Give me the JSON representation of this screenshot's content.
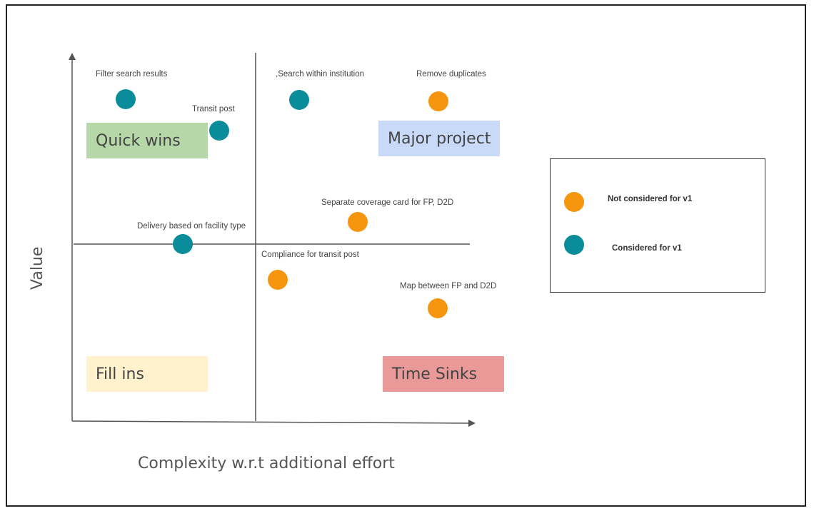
{
  "quadrants": {
    "quick_wins": {
      "label": "Quick wins",
      "color": "#b6d7a8"
    },
    "major_project": {
      "label": "Major project",
      "color": "#c9daf8"
    },
    "fill_ins": {
      "label": "Fill ins",
      "color": "#fff2cc"
    },
    "time_sinks": {
      "label": "Time Sinks",
      "color": "#ea9999"
    }
  },
  "axes": {
    "y_label": "Value",
    "x_label": "Complexity w.r.t additional effort"
  },
  "items": [
    {
      "label": "Filter search results",
      "status": "considered"
    },
    {
      "label": "Transit post",
      "status": "considered"
    },
    {
      "label": ",Search within institution",
      "status": "considered"
    },
    {
      "label": "Remove duplicates",
      "status": "not_considered"
    },
    {
      "label": "Separate coverage card for FP, D2D",
      "status": "not_considered"
    },
    {
      "label": "Delivery based on facility type",
      "status": "considered"
    },
    {
      "label": "Compliance for transit post",
      "status": "not_considered"
    },
    {
      "label": "Map between FP and D2D",
      "status": "not_considered"
    }
  ],
  "legend": {
    "not_considered": {
      "label": "Not considered for v1",
      "color": "#f6960f"
    },
    "considered": {
      "label": "Considered for v1",
      "color": "#0b8c9a"
    }
  }
}
